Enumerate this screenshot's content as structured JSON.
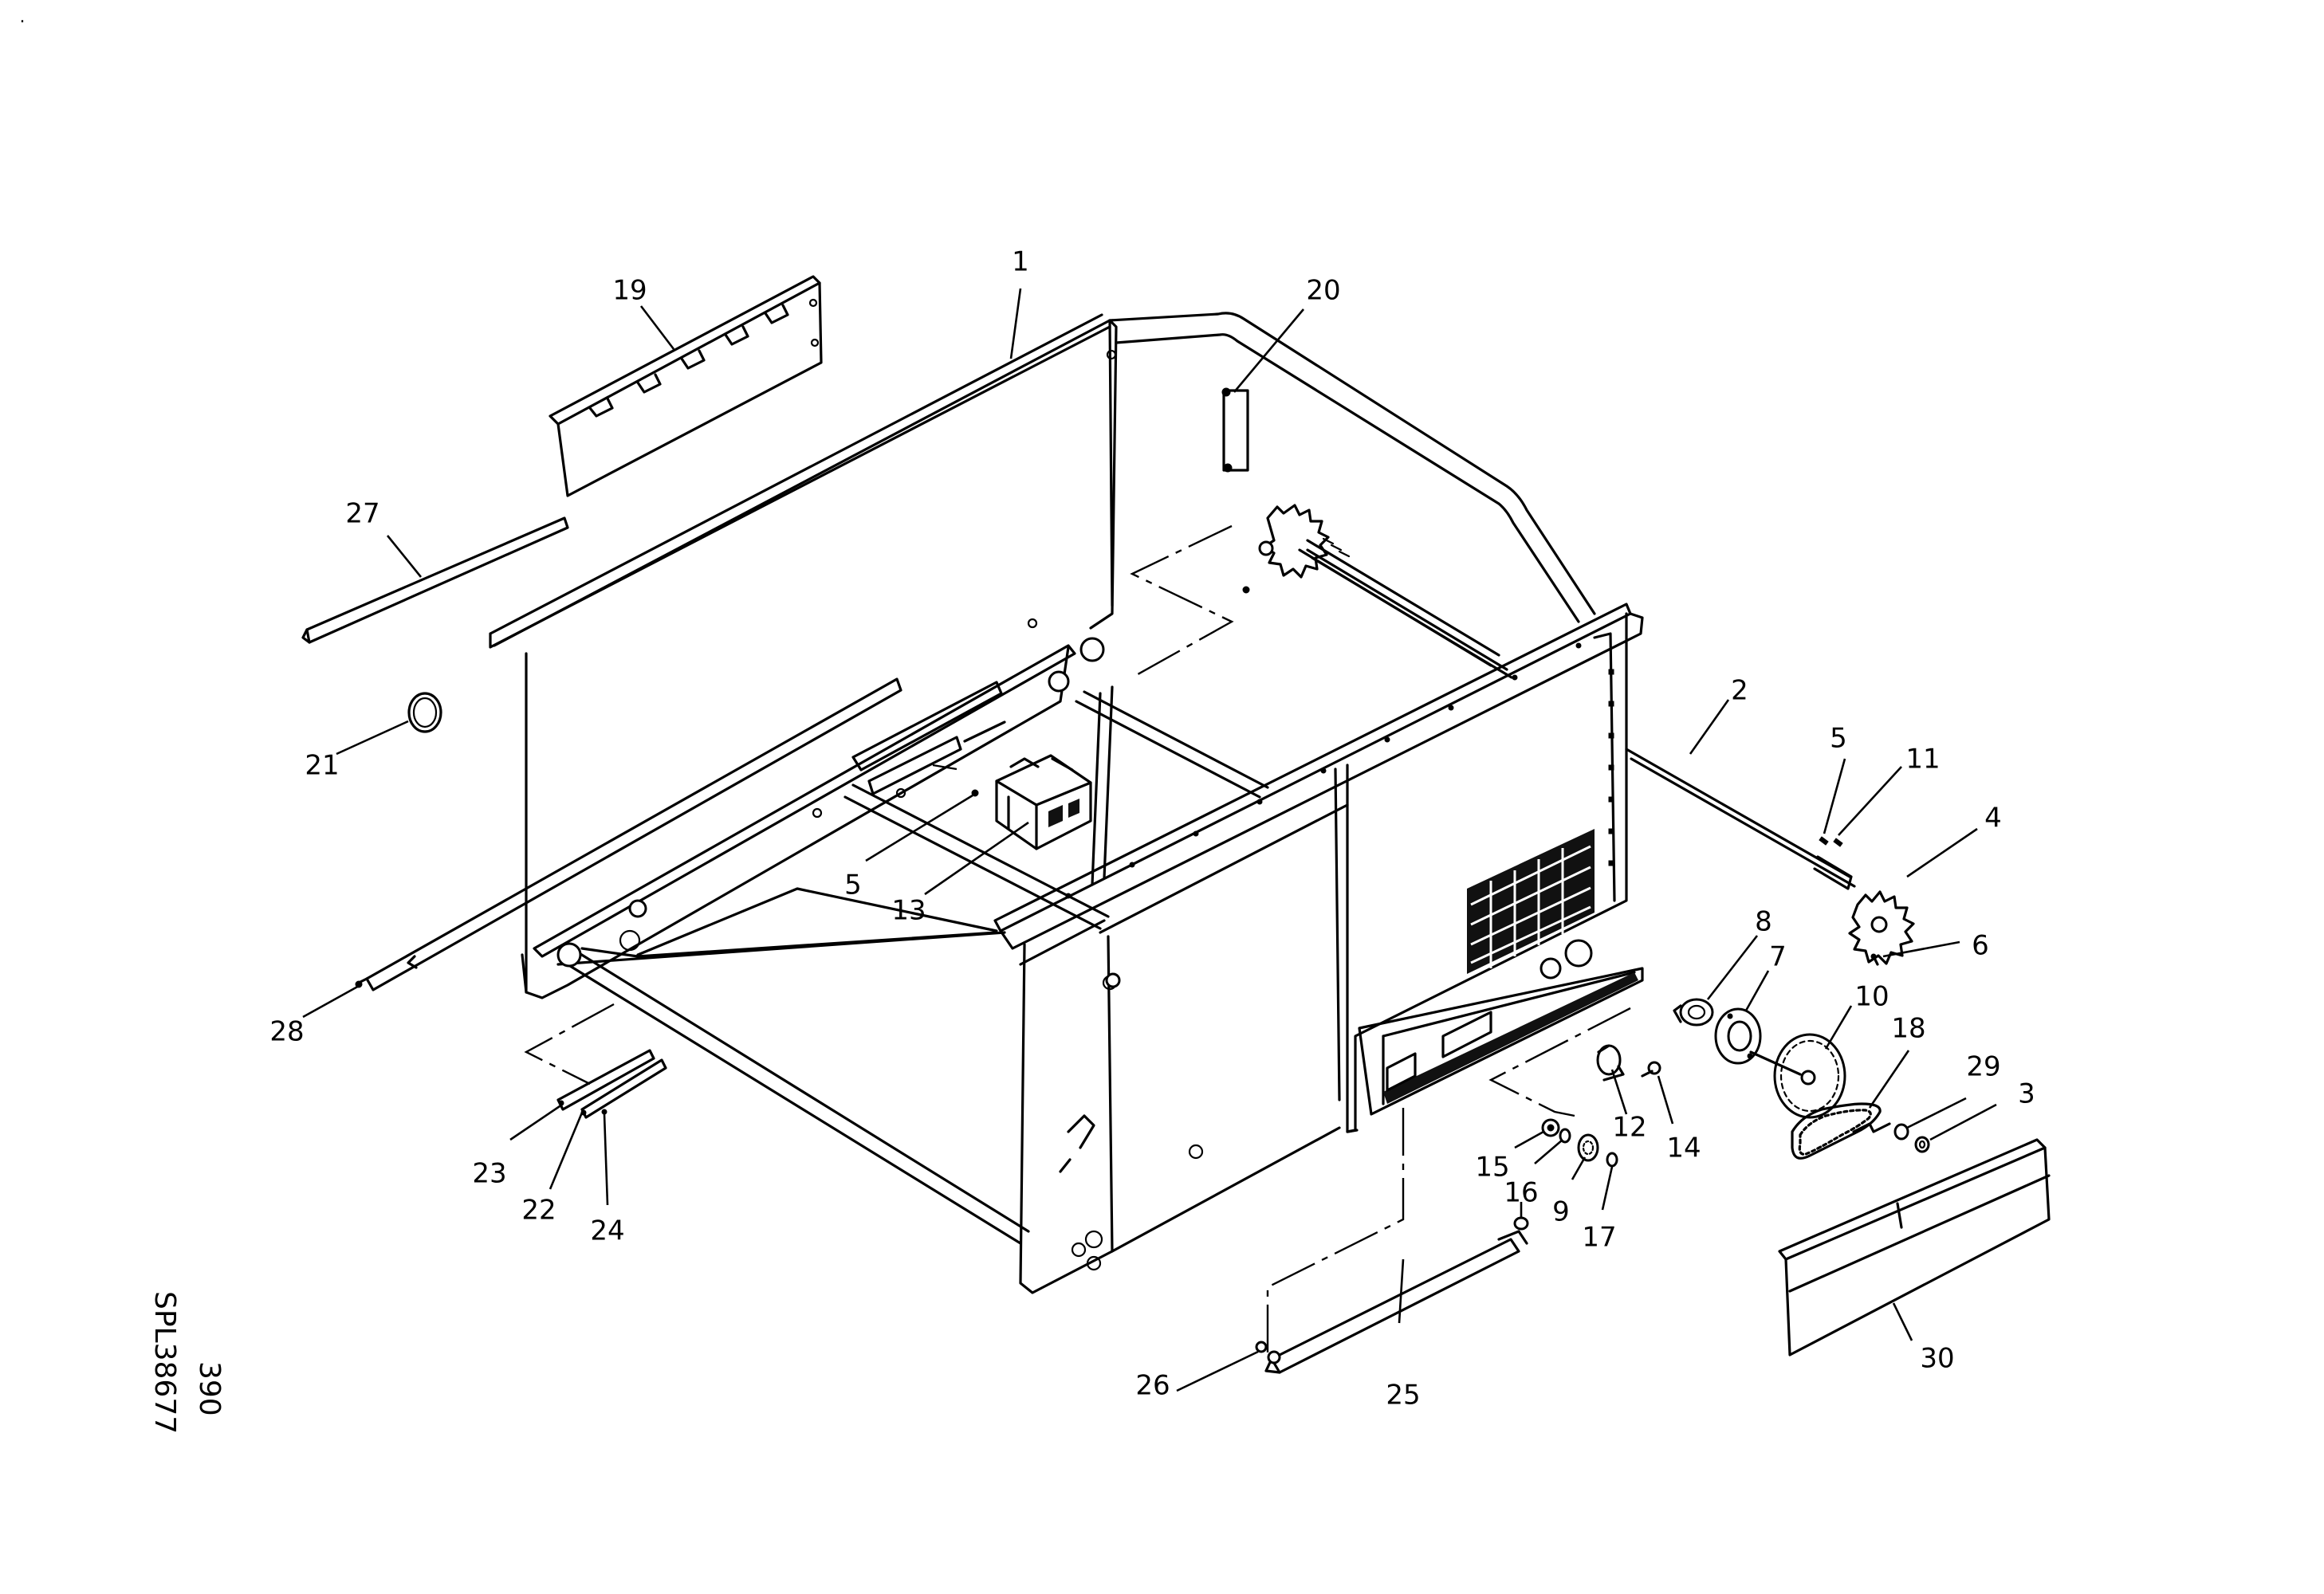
{
  "callouts": {
    "p1": "1",
    "p2": "2",
    "p3": "3",
    "p4": "4",
    "p5a": "5",
    "p5b": "5",
    "p6": "6",
    "p7": "7",
    "p8": "8",
    "p9": "9",
    "p10": "10",
    "p11": "11",
    "p12": "12",
    "p13": "13",
    "p14": "14",
    "p15": "15",
    "p16": "16",
    "p17": "17",
    "p18": "18",
    "p19": "19",
    "p20": "20",
    "p21": "21",
    "p22": "22",
    "p23": "23",
    "p24": "24",
    "p25": "25",
    "p26": "26",
    "p27": "27",
    "p28": "28",
    "p29": "29",
    "p30": "30"
  },
  "doc_id": "SPL38677",
  "page_number": "390",
  "corner_mark": "."
}
